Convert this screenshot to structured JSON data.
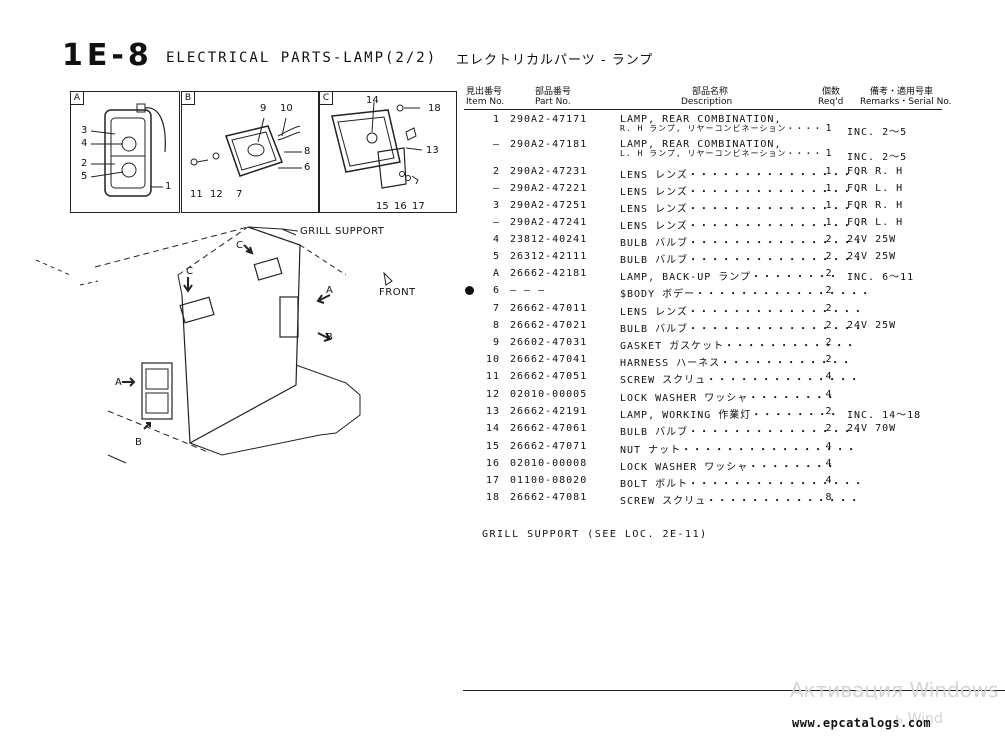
{
  "page": {
    "number": "1E-8",
    "title": "ELECTRICAL PARTS-LAMP(2/2)",
    "title_jp": "エレクトリカルパーツ - ランプ"
  },
  "diagram": {
    "box_letters": [
      "A",
      "B",
      "C"
    ],
    "callouts_a": [
      "3",
      "4",
      "2",
      "5",
      "1"
    ],
    "callouts_b": [
      "9",
      "10",
      "8",
      "6",
      "11",
      "12",
      "7"
    ],
    "callouts_c": [
      "14",
      "18",
      "13",
      "15",
      "16",
      "17"
    ],
    "grill_support_label": "GRILL SUPPORT",
    "front_label": "FRONT",
    "view_arrows": [
      "C",
      "C",
      "A",
      "B",
      "A",
      "B"
    ]
  },
  "table": {
    "headers": {
      "item_jp": "見出番号",
      "item": "Item No.",
      "part_jp": "部品番号",
      "part": "Part No.",
      "desc_jp": "部品名称",
      "desc": "Description",
      "qty_jp": "個数",
      "qty": "Req'd",
      "rem_jp": "備考・適用号車",
      "rem": "Remarks・Serial No."
    },
    "rows": [
      {
        "item": "1",
        "part": "290A2-47171",
        "desc": "LAMP, REAR COMBINATION,",
        "desc2": "R. H ランプ, リヤーコンビネーション・・・・",
        "qty": "1",
        "rem": "INC. 2～5"
      },
      {
        "item": "–",
        "part": "290A2-47181",
        "desc": "LAMP, REAR COMBINATION,",
        "desc2": "L. H ランプ, リヤーコンビネーション・・・・",
        "qty": "1",
        "rem": "INC. 2～5"
      },
      {
        "item": "2",
        "part": "290A2-47231",
        "desc": "LENS レンズ・・・・・・・・・・・・・・・・",
        "qty": "1",
        "rem": "FOR R. H"
      },
      {
        "item": "–",
        "part": "290A2-47221",
        "desc": "LENS レンズ・・・・・・・・・・・・・・・・",
        "qty": "1",
        "rem": "FOR L. H"
      },
      {
        "item": "3",
        "part": "290A2-47251",
        "desc": "LENS レンズ・・・・・・・・・・・・・・・・",
        "qty": "1",
        "rem": "FOR R. H"
      },
      {
        "item": "–",
        "part": "290A2-47241",
        "desc": "LENS レンズ・・・・・・・・・・・・・・・・",
        "qty": "1",
        "rem": "FOR L. H"
      },
      {
        "item": "4",
        "part": "23812-40241",
        "desc": "BULB バルブ・・・・・・・・・・・・・・・・",
        "qty": "2",
        "rem": "24V 25W"
      },
      {
        "item": "5",
        "part": "26312-42111",
        "desc": "BULB バルブ・・・・・・・・・・・・・・・・",
        "qty": "2",
        "rem": "24V 25W"
      },
      {
        "item": "A",
        "part": "26662-42181",
        "desc": "LAMP, BACK-UP ランプ・・・・・・・・",
        "qty": "2",
        "rem": "INC. 6～11"
      },
      {
        "item": "6",
        "part": "– – –",
        "desc": "$BODY ボデー・・・・・・・・・・・・・・・・",
        "qty": "2",
        "rem": ""
      },
      {
        "item": "7",
        "part": "26662-47011",
        "desc": "LENS レンズ・・・・・・・・・・・・・・・・",
        "qty": "2",
        "rem": ""
      },
      {
        "item": "8",
        "part": "26662-47021",
        "desc": "BULB バルブ・・・・・・・・・・・・・・・・",
        "qty": "2",
        "rem": "24V 25W"
      },
      {
        "item": "9",
        "part": "26602-47031",
        "desc": "GASKET ガスケット・・・・・・・・・・・・",
        "qty": "2",
        "rem": ""
      },
      {
        "item": "10",
        "part": "26662-47041",
        "desc": "HARNESS ハーネス・・・・・・・・・・・・",
        "qty": "2",
        "rem": ""
      },
      {
        "item": "11",
        "part": "26662-47051",
        "desc": "SCREW スクリュ・・・・・・・・・・・・・・",
        "qty": "4",
        "rem": ""
      },
      {
        "item": "12",
        "part": "02010-00005",
        "desc": "LOCK WASHER ワッシャ・・・・・・・・",
        "qty": "4",
        "rem": ""
      },
      {
        "item": "13",
        "part": "26662-42191",
        "desc": "LAMP, WORKING 作業灯・・・・・・・・",
        "qty": "2",
        "rem": "INC. 14～18"
      },
      {
        "item": "14",
        "part": "26662-47061",
        "desc": "BULB バルブ・・・・・・・・・・・・・・・・",
        "qty": "2",
        "rem": "24V 70W"
      },
      {
        "item": "15",
        "part": "26662-47071",
        "desc": "NUT ナット・・・・・・・・・・・・・・・・",
        "qty": "4",
        "rem": ""
      },
      {
        "item": "16",
        "part": "02010-00008",
        "desc": "LOCK WASHER ワッシャ・・・・・・・・",
        "qty": "4",
        "rem": ""
      },
      {
        "item": "17",
        "part": "01100-08020",
        "desc": "BOLT ボルト・・・・・・・・・・・・・・・・",
        "qty": "4",
        "rem": ""
      },
      {
        "item": "18",
        "part": "26662-47081",
        "desc": "SCREW スクリュ・・・・・・・・・・・・・・",
        "qty": "8",
        "rem": ""
      }
    ],
    "note": "GRILL SUPPORT (SEE LOC. 2E-11)"
  },
  "footer": {
    "watermark_line1": "Активация Windows",
    "watermark_line2": "ь Wind",
    "site": "www.epcatalogs.com"
  }
}
